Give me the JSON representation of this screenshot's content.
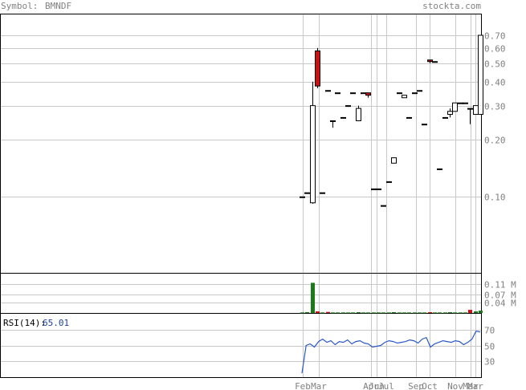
{
  "header": {
    "symbol_label": "Symbol:",
    "symbol": "BMNDF",
    "site": "stockta.com"
  },
  "colors": {
    "frame": "#000000",
    "grid": "#c8c8c8",
    "axis_text": "#808080",
    "candle_up": "#ffffff",
    "candle_down": "#cc1111",
    "volume_up": "#1a7a1a",
    "volume_down": "#cc1111",
    "rsi_line": "#2a58cc",
    "rsi_value_text": "#1b3f9e"
  },
  "chart_data": [
    {
      "type": "candlestick",
      "name": "price",
      "y_scale": "log",
      "ylim": [
        0.04,
        0.9
      ],
      "y_ticks": [
        "0.70",
        "0.60",
        "0.50",
        "0.40",
        "0.30",
        "0.20",
        "0.10"
      ],
      "x_tick_labels": [
        "Feb",
        "Mar",
        "Apr",
        "Jun",
        "Jul",
        "Sep",
        "Oct",
        "Nov",
        "Mar",
        "Mar"
      ],
      "candles": [
        {
          "o": 0.1,
          "h": 0.1,
          "l": 0.1,
          "c": 0.1
        },
        {
          "o": 0.105,
          "h": 0.105,
          "l": 0.105,
          "c": 0.105
        },
        {
          "o": 0.093,
          "h": 0.4,
          "l": 0.092,
          "c": 0.3
        },
        {
          "o": 0.58,
          "h": 0.6,
          "l": 0.37,
          "c": 0.38
        },
        {
          "o": 0.105,
          "h": 0.105,
          "l": 0.105,
          "c": 0.105
        },
        {
          "o": 0.36,
          "h": 0.36,
          "l": 0.36,
          "c": 0.36
        },
        {
          "o": 0.25,
          "h": 0.25,
          "l": 0.23,
          "c": 0.25
        },
        {
          "o": 0.35,
          "h": 0.35,
          "l": 0.35,
          "c": 0.35
        },
        {
          "o": 0.26,
          "h": 0.26,
          "l": 0.26,
          "c": 0.26
        },
        {
          "o": 0.3,
          "h": 0.3,
          "l": 0.3,
          "c": 0.3
        },
        {
          "o": 0.35,
          "h": 0.35,
          "l": 0.35,
          "c": 0.35
        },
        {
          "o": 0.25,
          "h": 0.3,
          "l": 0.25,
          "c": 0.29
        },
        {
          "o": 0.35,
          "h": 0.35,
          "l": 0.35,
          "c": 0.35
        },
        {
          "o": 0.35,
          "h": 0.35,
          "l": 0.33,
          "c": 0.34
        },
        {
          "o": 0.11,
          "h": 0.11,
          "l": 0.11,
          "c": 0.11
        },
        {
          "o": 0.11,
          "h": 0.11,
          "l": 0.11,
          "c": 0.11
        },
        {
          "o": 0.09,
          "h": 0.09,
          "l": 0.09,
          "c": 0.09
        },
        {
          "o": 0.12,
          "h": 0.12,
          "l": 0.12,
          "c": 0.12
        },
        {
          "o": 0.15,
          "h": 0.16,
          "l": 0.15,
          "c": 0.16
        },
        {
          "o": 0.35,
          "h": 0.35,
          "l": 0.35,
          "c": 0.35
        },
        {
          "o": 0.33,
          "h": 0.34,
          "l": 0.33,
          "c": 0.34
        },
        {
          "o": 0.26,
          "h": 0.26,
          "l": 0.26,
          "c": 0.26
        },
        {
          "o": 0.35,
          "h": 0.35,
          "l": 0.35,
          "c": 0.35
        },
        {
          "o": 0.36,
          "h": 0.36,
          "l": 0.36,
          "c": 0.36
        },
        {
          "o": 0.24,
          "h": 0.24,
          "l": 0.24,
          "c": 0.24
        },
        {
          "o": 0.52,
          "h": 0.52,
          "l": 0.5,
          "c": 0.51
        },
        {
          "o": 0.51,
          "h": 0.51,
          "l": 0.51,
          "c": 0.51
        },
        {
          "o": 0.14,
          "h": 0.14,
          "l": 0.14,
          "c": 0.14
        },
        {
          "o": 0.26,
          "h": 0.26,
          "l": 0.26,
          "c": 0.26
        },
        {
          "o": 0.27,
          "h": 0.29,
          "l": 0.26,
          "c": 0.28
        },
        {
          "o": 0.28,
          "h": 0.31,
          "l": 0.28,
          "c": 0.31
        },
        {
          "o": 0.31,
          "h": 0.31,
          "l": 0.31,
          "c": 0.31
        },
        {
          "o": 0.31,
          "h": 0.31,
          "l": 0.31,
          "c": 0.31
        },
        {
          "o": 0.29,
          "h": 0.29,
          "l": 0.24,
          "c": 0.29
        },
        {
          "o": 0.27,
          "h": 0.3,
          "l": 0.27,
          "c": 0.3
        },
        {
          "o": 0.27,
          "h": 0.7,
          "l": 0.27,
          "c": 0.7
        }
      ]
    },
    {
      "type": "bar",
      "name": "volume",
      "ylim": [
        0,
        0.15
      ],
      "y_ticks": [
        "0.11 M",
        "0.07 M",
        "0.04 M"
      ],
      "bars": [
        {
          "v": 0.002,
          "up": true
        },
        {
          "v": 0.003,
          "up": true
        },
        {
          "v": 0.115,
          "up": true
        },
        {
          "v": 0.006,
          "up": false
        },
        {
          "v": 0.002,
          "up": true
        },
        {
          "v": 0.004,
          "up": false
        },
        {
          "v": 0.002,
          "up": true
        },
        {
          "v": 0.002,
          "up": true
        },
        {
          "v": 0.002,
          "up": true
        },
        {
          "v": 0.002,
          "up": true
        },
        {
          "v": 0.002,
          "up": true
        },
        {
          "v": 0.003,
          "up": true
        },
        {
          "v": 0.002,
          "up": true
        },
        {
          "v": 0.002,
          "up": true
        },
        {
          "v": 0.002,
          "up": true
        },
        {
          "v": 0.002,
          "up": true
        },
        {
          "v": 0.002,
          "up": true
        },
        {
          "v": 0.002,
          "up": true
        },
        {
          "v": 0.003,
          "up": true
        },
        {
          "v": 0.002,
          "up": true
        },
        {
          "v": 0.002,
          "up": true
        },
        {
          "v": 0.002,
          "up": true
        },
        {
          "v": 0.002,
          "up": true
        },
        {
          "v": 0.002,
          "up": true
        },
        {
          "v": 0.002,
          "up": true
        },
        {
          "v": 0.003,
          "up": false
        },
        {
          "v": 0.002,
          "up": true
        },
        {
          "v": 0.002,
          "up": true
        },
        {
          "v": 0.002,
          "up": true
        },
        {
          "v": 0.003,
          "up": true
        },
        {
          "v": 0.002,
          "up": true
        },
        {
          "v": 0.002,
          "up": true
        },
        {
          "v": 0.002,
          "up": true
        },
        {
          "v": 0.012,
          "up": false
        },
        {
          "v": 0.006,
          "up": true
        },
        {
          "v": 0.009,
          "up": true
        }
      ]
    },
    {
      "type": "line",
      "name": "rsi",
      "label": "RSI(14):",
      "value": "65.01",
      "ylim": [
        10,
        90
      ],
      "y_ticks": [
        "70",
        "50",
        "30"
      ],
      "values": [
        15,
        50,
        52,
        48,
        55,
        58,
        54,
        56,
        51,
        55,
        54,
        57,
        52,
        55,
        56,
        53,
        52,
        48,
        49,
        50,
        54,
        56,
        55,
        53,
        54,
        55,
        57,
        56,
        53,
        58,
        60,
        48,
        52,
        54,
        56,
        55,
        54,
        56,
        55,
        51,
        54,
        58,
        68,
        67
      ]
    }
  ]
}
